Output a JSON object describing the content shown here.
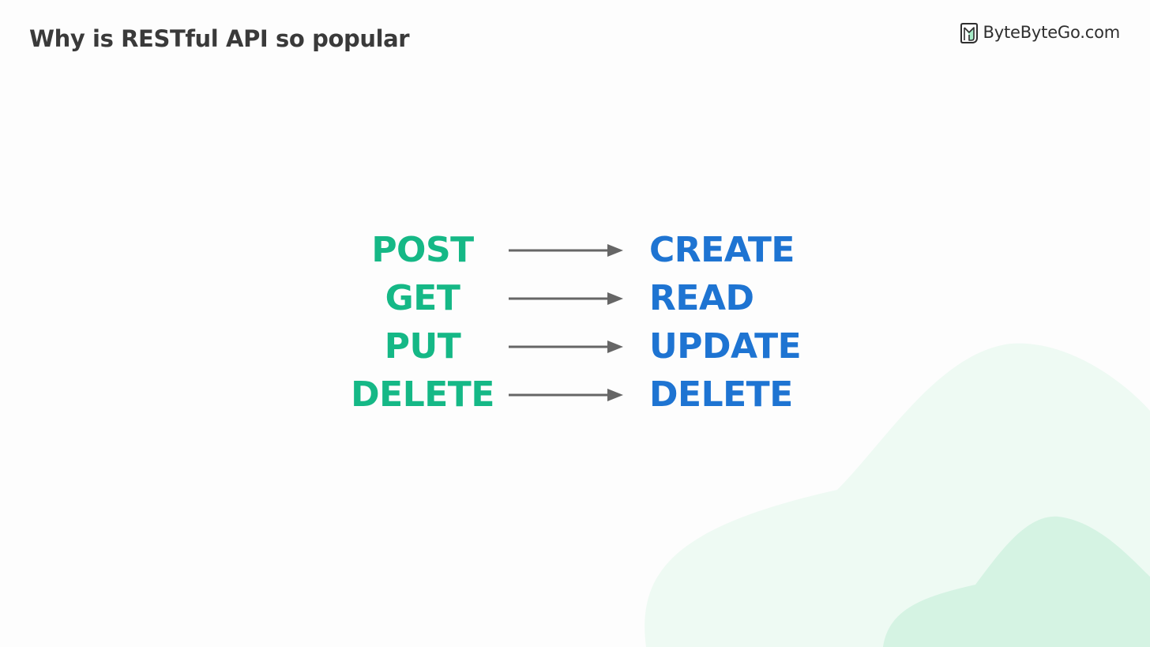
{
  "header": {
    "title": "Why is RESTful API so popular",
    "brand": "ByteByteGo.com",
    "brand_icon": "bytebytego-logo-icon"
  },
  "mapping": {
    "rows": [
      {
        "method": "POST",
        "action": "CREATE"
      },
      {
        "method": "GET",
        "action": "READ"
      },
      {
        "method": "PUT",
        "action": "UPDATE"
      },
      {
        "method": "DELETE",
        "action": "DELETE"
      }
    ]
  },
  "colors": {
    "method": "#15b886",
    "action": "#1e74d2",
    "arrow": "#666666",
    "title": "#3a3a3a",
    "blob_light": "#eefaf3",
    "blob_dark": "#d5f3e3"
  }
}
